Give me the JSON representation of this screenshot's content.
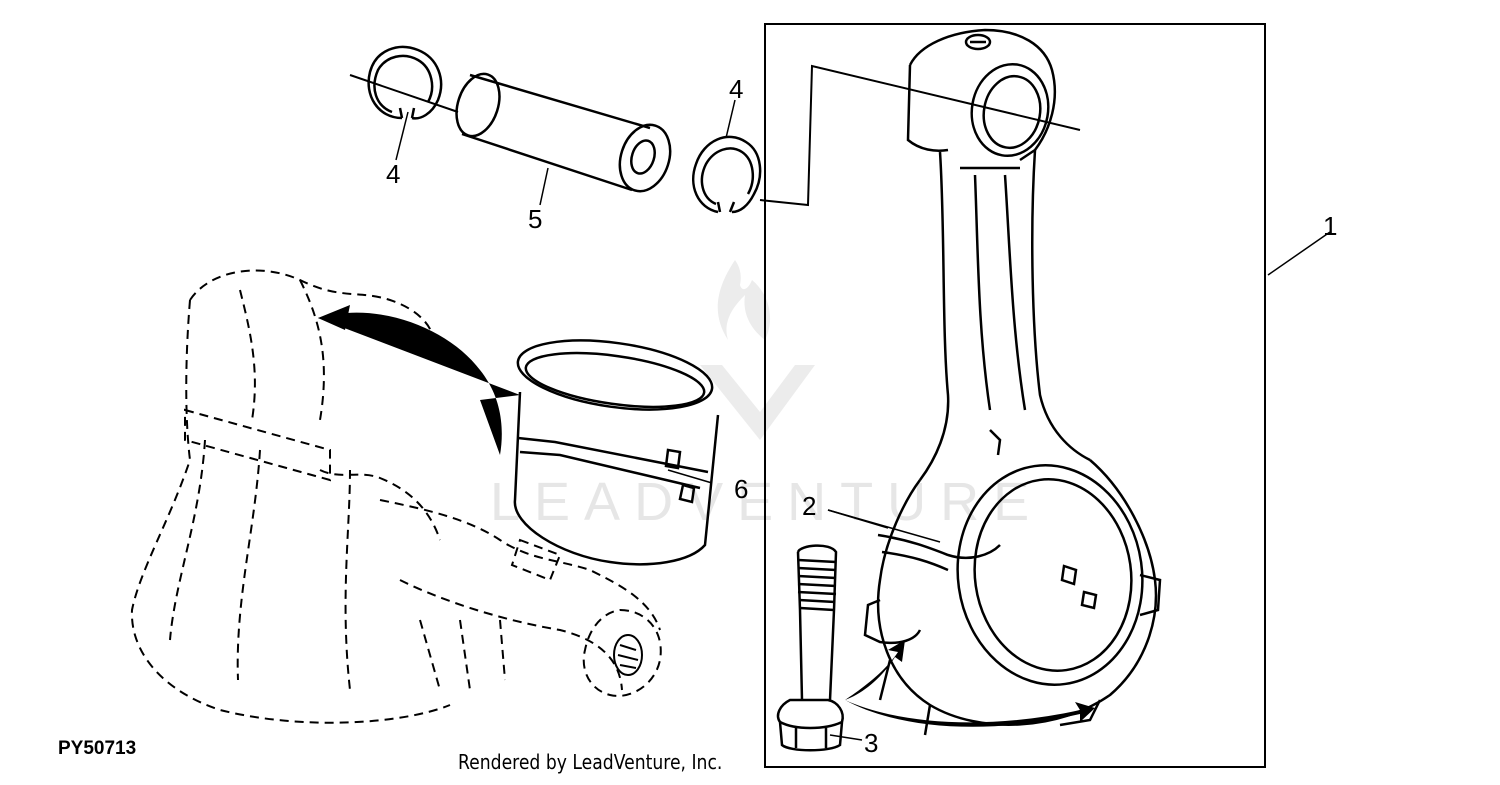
{
  "figure": {
    "id": "PY50713",
    "credit": "Rendered by LeadVenture, Inc.",
    "watermark": "LEADVENTURE"
  },
  "callouts": {
    "c1": "1",
    "c2": "2",
    "c3": "3",
    "c4a": "4",
    "c4b": "4",
    "c5": "5",
    "c6": "6"
  },
  "parts": [
    "connecting-rod",
    "rod-cap-alignment",
    "rod-bolt",
    "snap-ring",
    "piston-pin",
    "bearing-insert"
  ],
  "colors": {
    "line": "#000000",
    "watermark": "#e6e6e6",
    "background": "#ffffff"
  }
}
